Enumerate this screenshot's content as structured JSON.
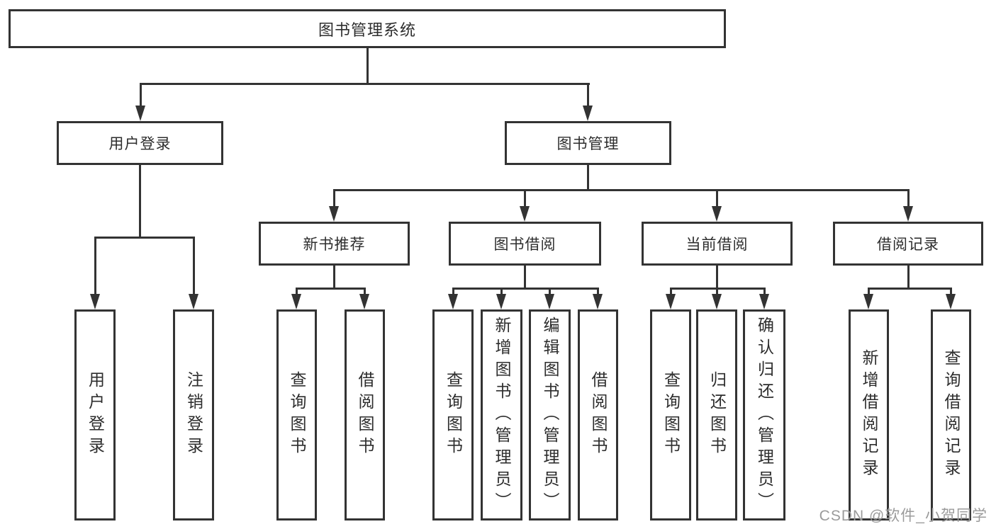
{
  "title": "图书管理系统",
  "watermark": "CSDN @软件_小贺同学",
  "colors": {
    "line": "#333333",
    "text": "#2d2d2d",
    "watermark": "#9b9b9b",
    "background": "#ffffff"
  },
  "nodes": {
    "root": "图书管理系统",
    "level2": {
      "user_login": "用户登录",
      "book_mgmt": "图书管理"
    },
    "level3": {
      "new_books": "新书推荐",
      "book_borrow": "图书借阅",
      "current_borrow": "当前借阅",
      "borrow_records": "借阅记录"
    },
    "leaves": {
      "user_login": [
        "用户登录",
        "注销登录"
      ],
      "new_books": [
        "查询图书",
        "借阅图书"
      ],
      "book_borrow": [
        "查询图书",
        "新增图书（管理员）",
        "编辑图书（管理员）",
        "借阅图书"
      ],
      "current_borrow": [
        "查询图书",
        "归还图书",
        "确认归还（管理员）"
      ],
      "borrow_records": [
        "新增借阅记录",
        "查询借阅记录"
      ]
    }
  }
}
